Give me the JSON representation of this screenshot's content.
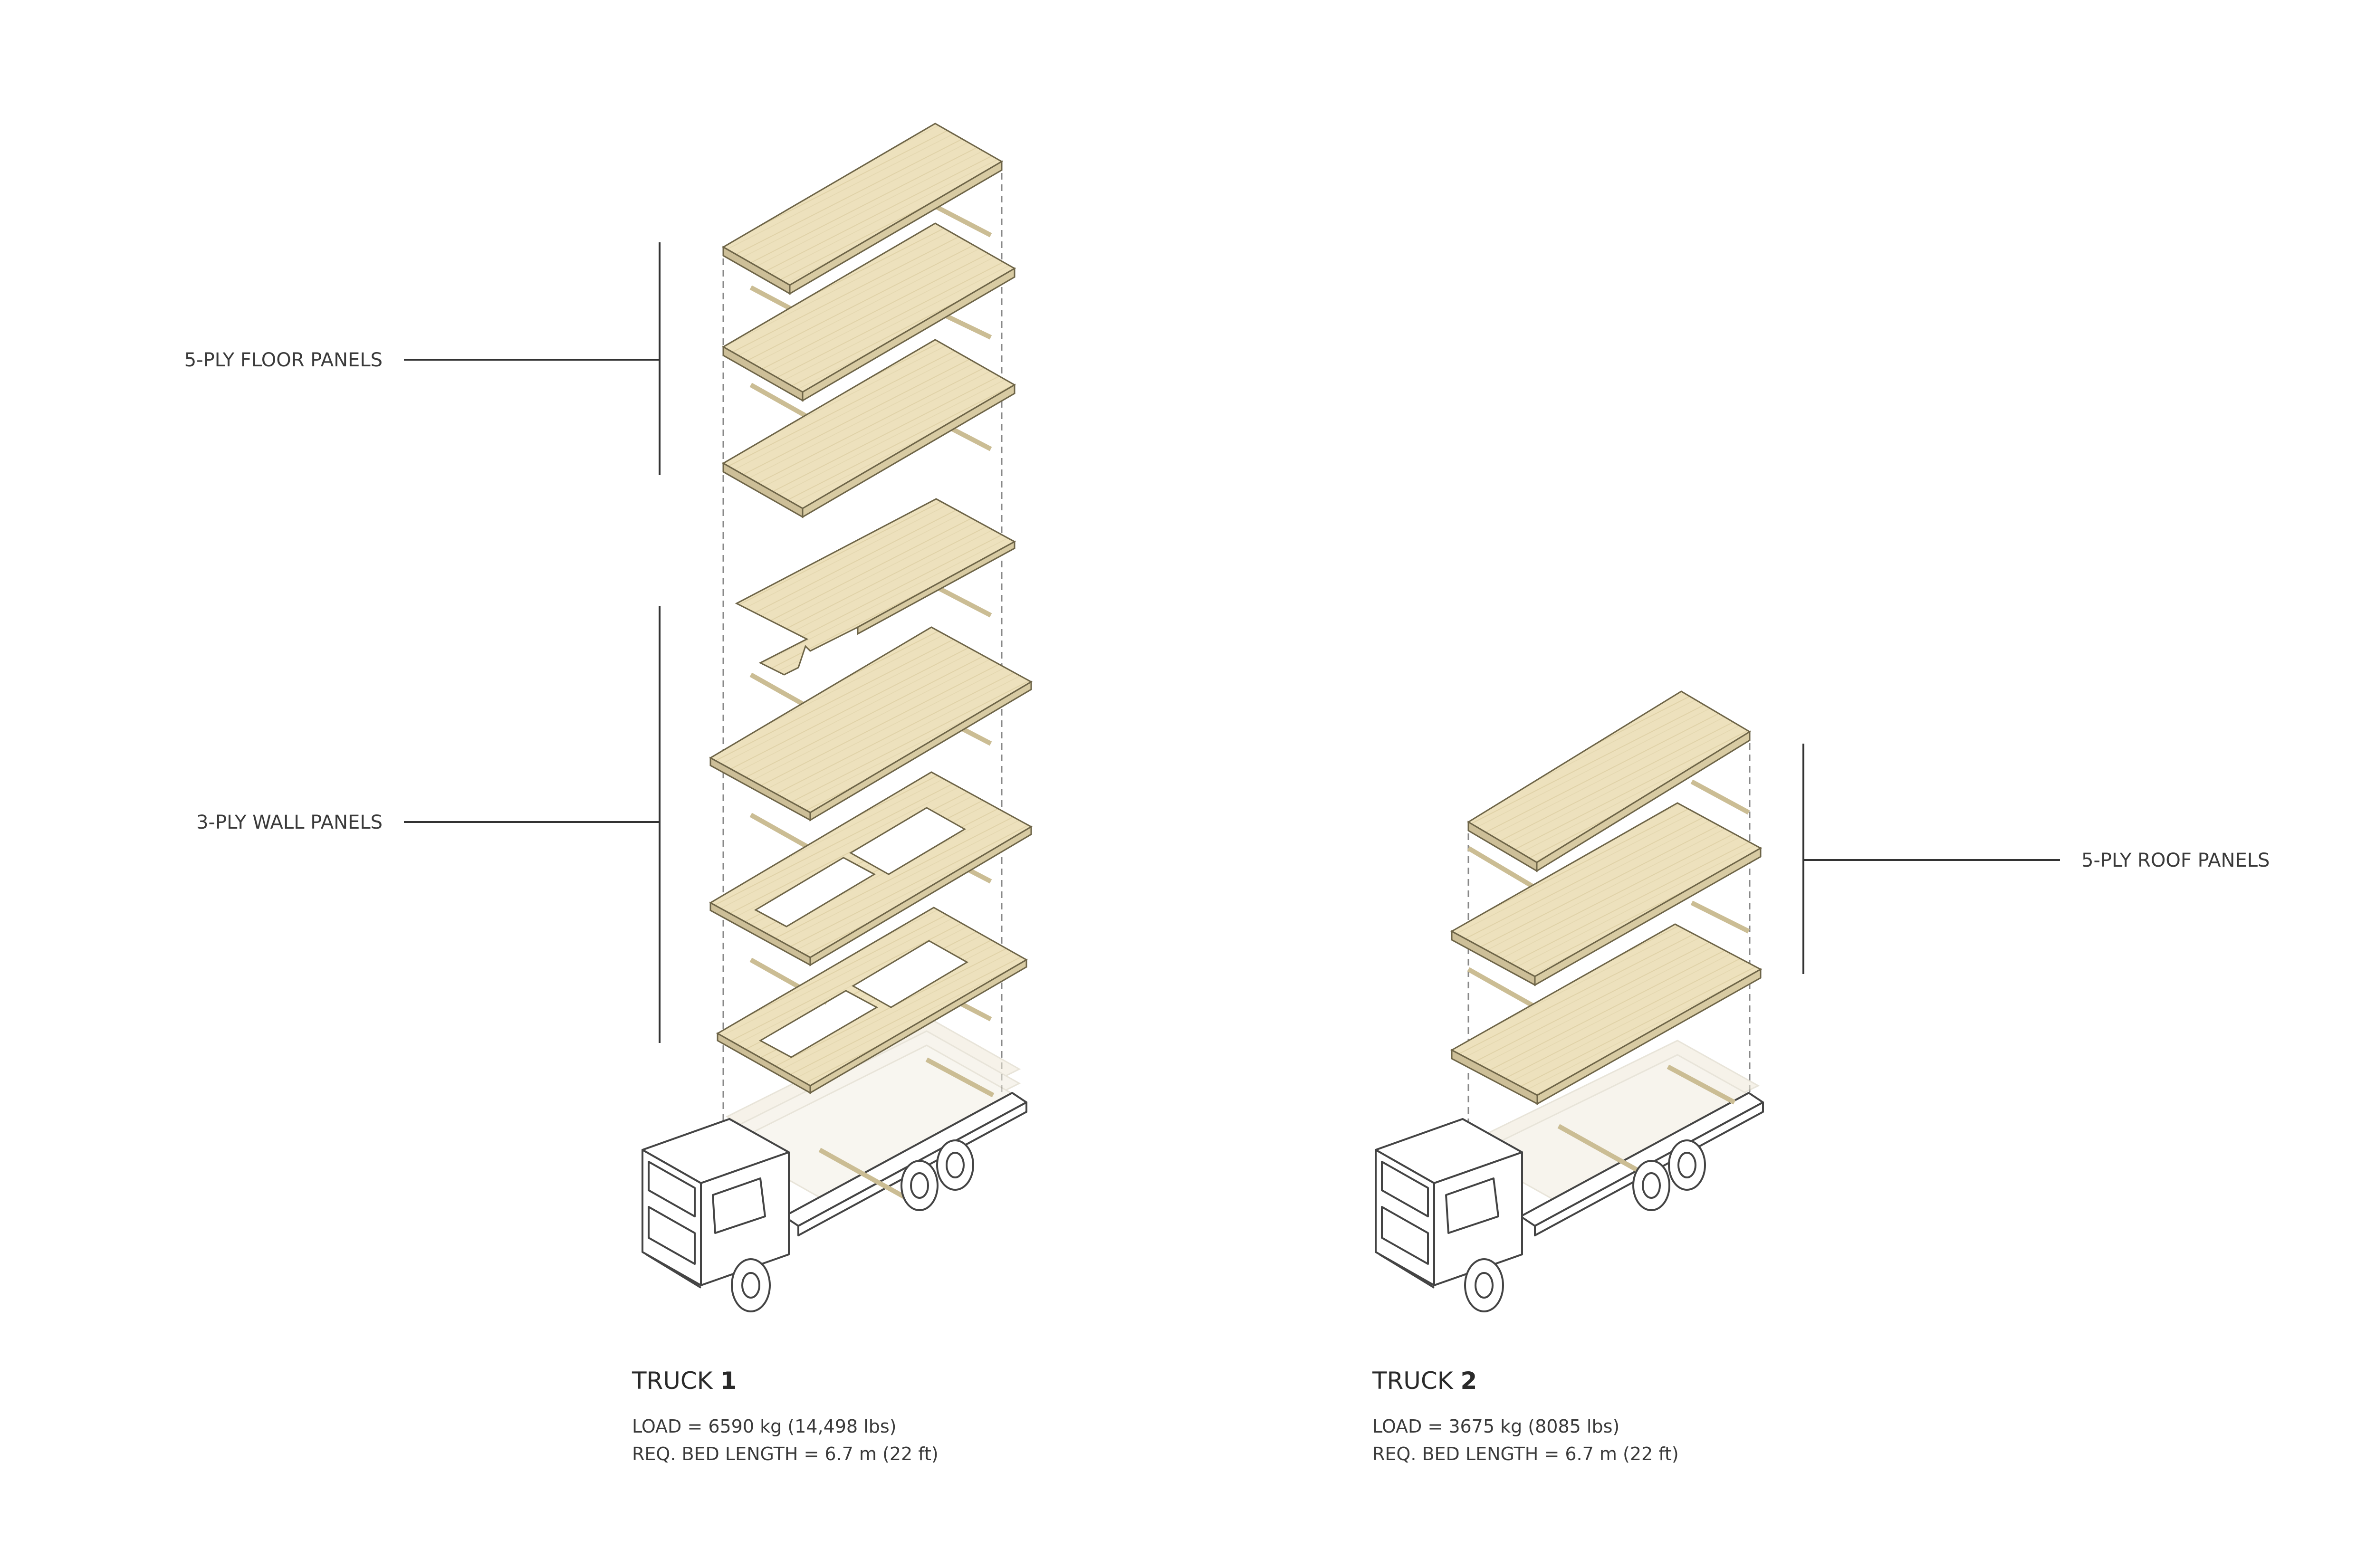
{
  "labels": {
    "floor_panels": "5-PLY FLOOR PANELS",
    "wall_panels": "3-PLY WALL PANELS",
    "roof_panels": "5-PLY ROOF PANELS"
  },
  "trucks": [
    {
      "title": "TRUCK ",
      "number": "1",
      "load": "LOAD = 6590 kg (14,498 lbs)",
      "bed_length": "REQ. BED LENGTH = 6.7 m (22 ft)"
    },
    {
      "title": "TRUCK ",
      "number": "2",
      "load": "LOAD = 3675 kg (8085 lbs)",
      "bed_length": "REQ. BED LENGTH = 6.7 m (22 ft)"
    }
  ],
  "colors": {
    "panel_top": "#ede1bd",
    "panel_edge": "#cdbf98",
    "outline": "#6e6548",
    "truck_line": "#444444",
    "leader": "#333333",
    "ghost": "#ece6d6"
  }
}
